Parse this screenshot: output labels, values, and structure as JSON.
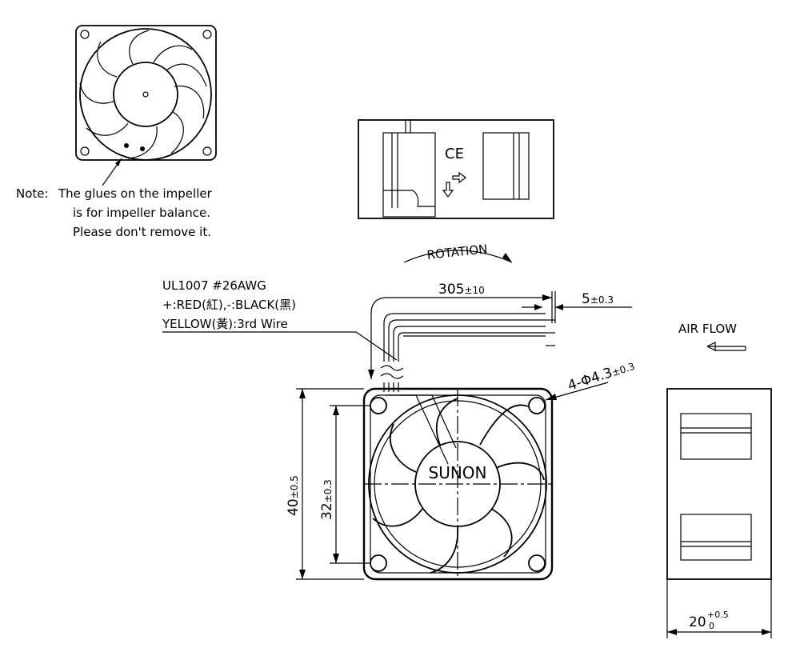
{
  "note": {
    "prefix": "Note:",
    "line1": "The glues on the impeller",
    "line2": "is for impeller balance.",
    "line3": "Please don't remove it."
  },
  "label_marks": {
    "ce": "CE"
  },
  "rotation": {
    "label": "ROTATION"
  },
  "wire_spec": {
    "line1": "UL1007 #26AWG",
    "line2": "+:RED(紅),-:BLACK(黑)",
    "line3": "YELLOW(黃):3rd Wire"
  },
  "dimensions": {
    "wire_length": {
      "value": "305",
      "tol": "±10"
    },
    "strip_length": {
      "value": "5",
      "tol": "±0.3"
    },
    "holes": {
      "value": "4-Φ4.3",
      "tol": "±0.3"
    },
    "height": {
      "value": "40",
      "tol": "±0.5"
    },
    "hole_pitch": {
      "value": "32",
      "tol": "±0.3"
    },
    "thickness": {
      "value": "20",
      "tol_upper": "+0.5",
      "tol_lower": "0"
    }
  },
  "air_flow": {
    "label": "AIR FLOW"
  },
  "brand": "SUNON"
}
